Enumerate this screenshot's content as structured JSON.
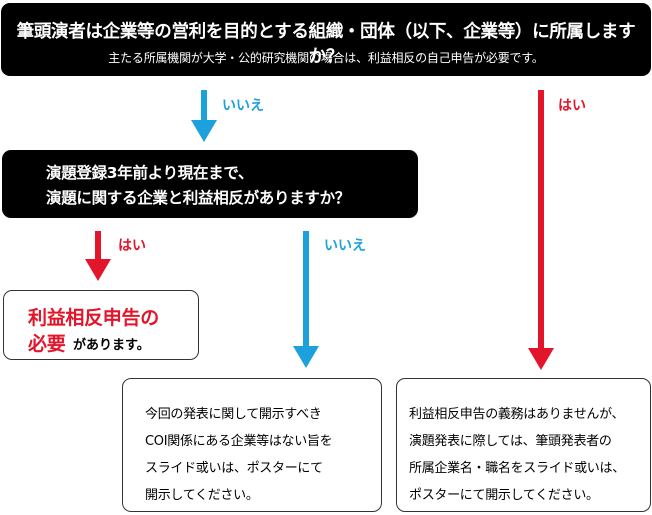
{
  "colors": {
    "blue": "#1ca1dd",
    "red": "#e3152a",
    "box": "#000000"
  },
  "q1": {
    "main": "筆頭演者は企業等の営利を目的とする組織・団体（以下、企業等）に所属しますか？",
    "sub": "主たる所属機関が大学・公的研究機関の場合は、利益相反の自己申告が必要です。"
  },
  "q2": {
    "line1": "演題登録3年前より現在まで、",
    "line2": "演題に関する企業と利益相反がありますか？"
  },
  "labels": {
    "q1_no": "いいえ",
    "q1_yes": "はい",
    "q2_yes": "はい",
    "q2_no": "いいえ"
  },
  "result_required": {
    "line1": "利益相反申告の",
    "line2": "必要",
    "tail": "があります。"
  },
  "outcome_no_coi": [
    "今回の発表に関して開示すべき",
    "COI関係にある企業等はない旨を",
    "スライド或いは、ポスターにて",
    "開示してください。"
  ],
  "outcome_company": [
    "利益相反申告の義務はありませんが、",
    "演題発表に際しては、筆頭発表者の",
    "所属企業名・職名をスライド或いは、",
    "ポスターにて開示してください。"
  ]
}
